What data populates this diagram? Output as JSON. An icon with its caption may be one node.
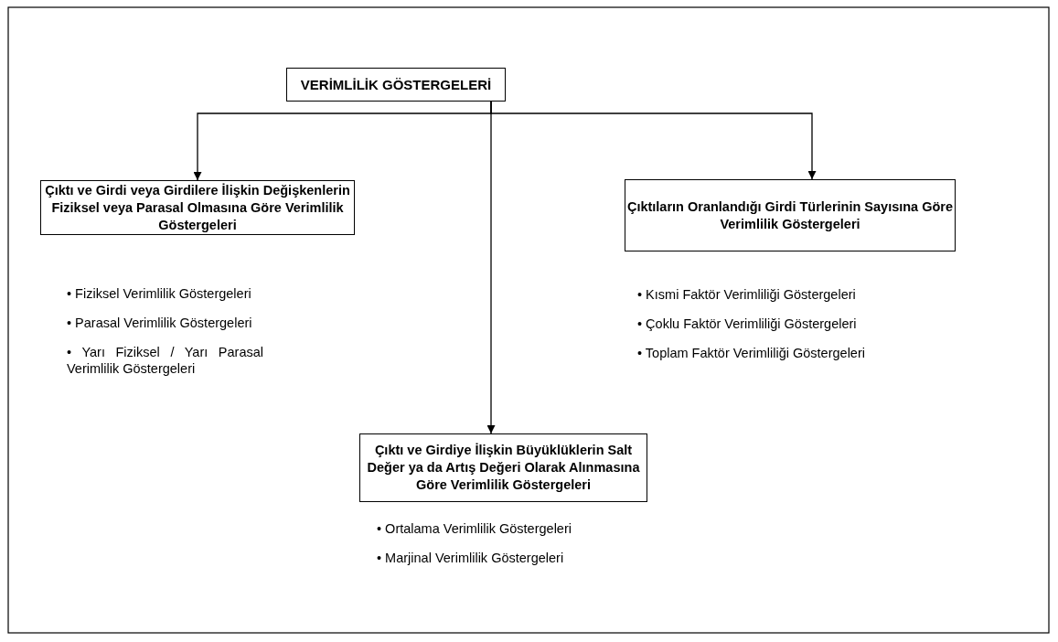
{
  "diagram": {
    "nodes": [
      {
        "text": [
          "VERİMLİLİK GÖSTERGELERİ"
        ]
      },
      {
        "text": [
          "Çıktı ve Girdi veya Girdilere İlişkin Değişkenlerin Fiziksel veya Parasal Olmasına Göre Verimlilik Göstergeleri"
        ],
        "beside": [
          "• Fiziksel Verimlilik Göstergeleri",
          "• Parasal Verimlilik Göstergeleri",
          "• Yarı Fiziksel / Yarı Parasal Verimlilik Göstergeleri"
        ]
      },
      {
        "text": [
          "Çıktıların Oranlandığı Girdi Türlerinin Sayısına Göre Verimlilik Göstergeleri"
        ],
        "beside": [
          "• Kısmi Faktör Verimliliği Göstergeleri",
          "• Çoklu Faktör Verimliliği Göstergeleri",
          "• Toplam Faktör Verimliliği Göstergeleri"
        ]
      },
      {
        "text": [
          "Çıktı ve Girdiye İlişkin Büyüklüklerin Salt Değer ya da Artış Değeri Olarak Alınmasına Göre Verimlilik Göstergeleri"
        ],
        "beside": [
          "• Ortalama Verimlilik Göstergeleri",
          "• Marjinal Verimlilik Göstergeleri"
        ]
      }
    ],
    "edges": [
      {
        "from": 0,
        "to": 1,
        "arrow": "to"
      },
      {
        "from": 0,
        "to": 3,
        "arrow": "to"
      },
      {
        "from": 0,
        "to": 2,
        "arrow": "to"
      }
    ]
  }
}
